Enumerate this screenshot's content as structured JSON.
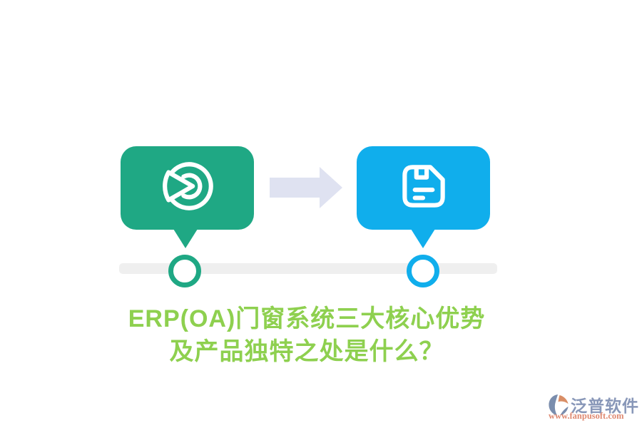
{
  "canvas": {
    "background": "#FFFFFF"
  },
  "flow": {
    "arrow_color": "#DFE2F1",
    "track_color": "#EFEFEF",
    "steps": [
      {
        "name": "analysis",
        "icon": "pie-chart-icon",
        "color": "#1FA884"
      },
      {
        "name": "save",
        "icon": "save-icon",
        "color": "#10AEEC"
      }
    ]
  },
  "title": {
    "line1": "ERP(OA)门窗系统三大核心优势",
    "line2": "及产品独特之处是什么？",
    "color": "#8ED04F"
  },
  "watermark": {
    "brand": "泛普软件",
    "url": "www.fanpusoft.com",
    "brand_color": "#8897B8",
    "url_color": "#DF8A72",
    "logo_gray": "#7A8DAD",
    "logo_orange": "#D98E66"
  }
}
